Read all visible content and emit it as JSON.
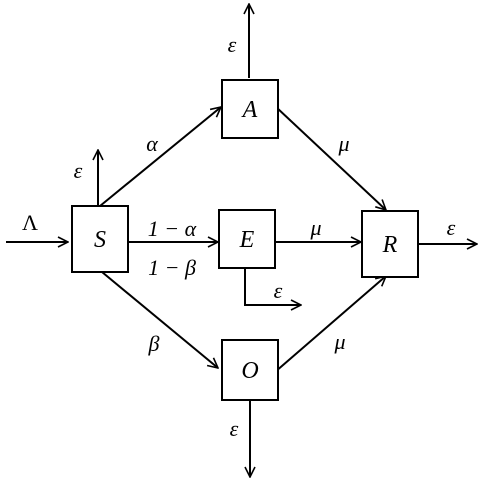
{
  "nodes": {
    "S": "S",
    "A": "A",
    "E": "E",
    "O": "O",
    "R": "R"
  },
  "labels": {
    "inflow": "Λ",
    "s_to_a": "α",
    "s_to_e_top": "1 − α",
    "s_to_e_bottom": "1 − β",
    "s_to_o": "β",
    "a_to_r": "μ",
    "e_to_r": "μ",
    "o_to_r": "μ",
    "eps_s": "ε",
    "eps_a": "ε",
    "eps_e": "ε",
    "eps_o": "ε",
    "eps_r": "ε"
  },
  "colors": {
    "stroke": "#000000",
    "background": "#ffffff"
  }
}
